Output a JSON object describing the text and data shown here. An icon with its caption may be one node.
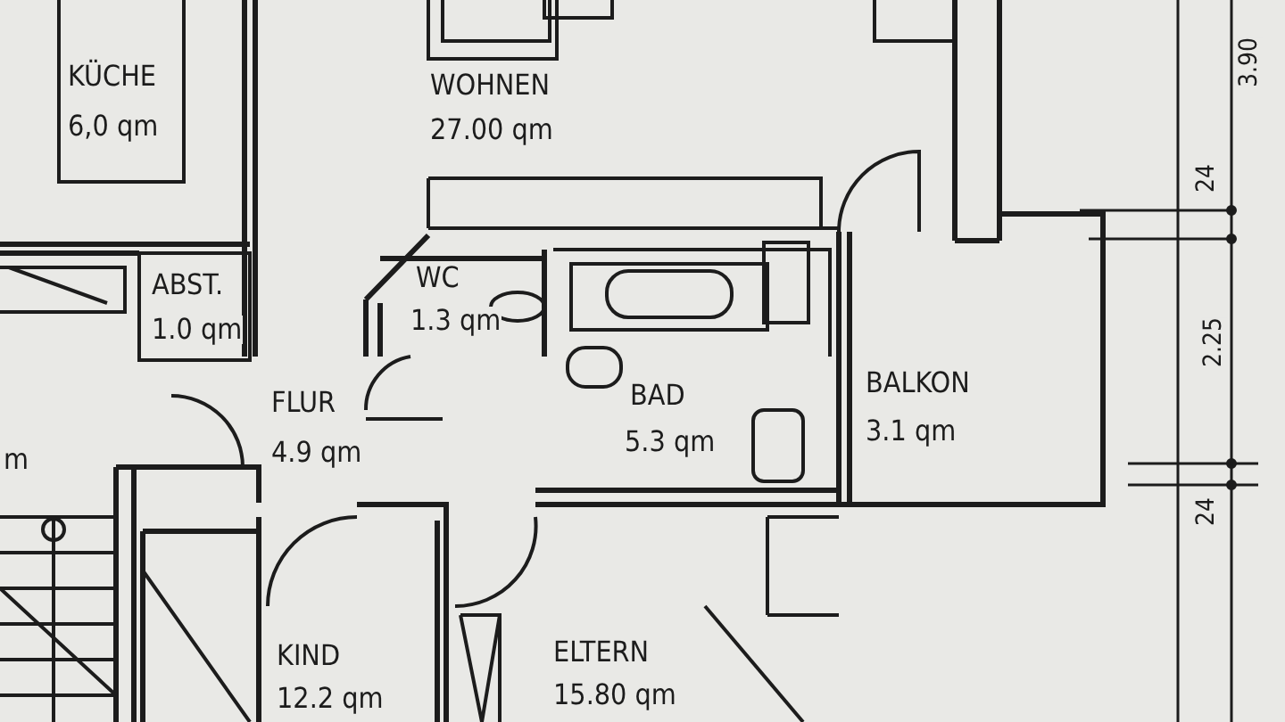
{
  "diagram": {
    "labels": [
      "KÜCHE",
      "6,0 qm",
      "WOHNEN",
      "27.00 qm",
      "ABST.",
      "1.0 qm",
      "WC",
      "1.3 qm",
      "FLUR",
      "4.9 qm",
      "BAD",
      "5.3 qm",
      "BALKON",
      "3.1 qm",
      "m",
      "KIND",
      "12.2 qm",
      "ELTERN",
      "15.80 qm",
      "3.90",
      "24",
      "2.25",
      "24"
    ]
  }
}
